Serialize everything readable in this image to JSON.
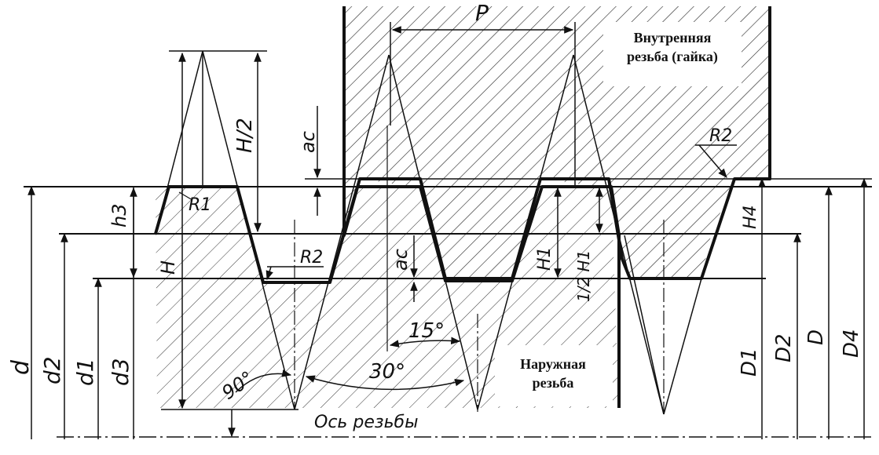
{
  "labels": {
    "internal_thread_line1": "Внутренняя",
    "internal_thread_line2": "резьба (гайка)",
    "external_thread_line1": "Наружная",
    "external_thread_line2": "резьба",
    "thread_axis": "Ось резьбы",
    "pitch": "P",
    "half_height": "H/2",
    "height": "H",
    "h3": "h3",
    "ac_top": "ac",
    "ac_mid": "ac",
    "R1": "R1",
    "R2_left": "R2",
    "R2_right": "R2",
    "H1_a": "H1",
    "H1_b": "1/2 H1",
    "H4": "H4",
    "angle_15": "15°",
    "angle_30": "30°",
    "angle_90": "90°",
    "d": "d",
    "d2": "d2",
    "d1": "d1",
    "d3": "d3",
    "D1": "D1",
    "D2": "D2",
    "D": "D",
    "D4": "D4"
  }
}
